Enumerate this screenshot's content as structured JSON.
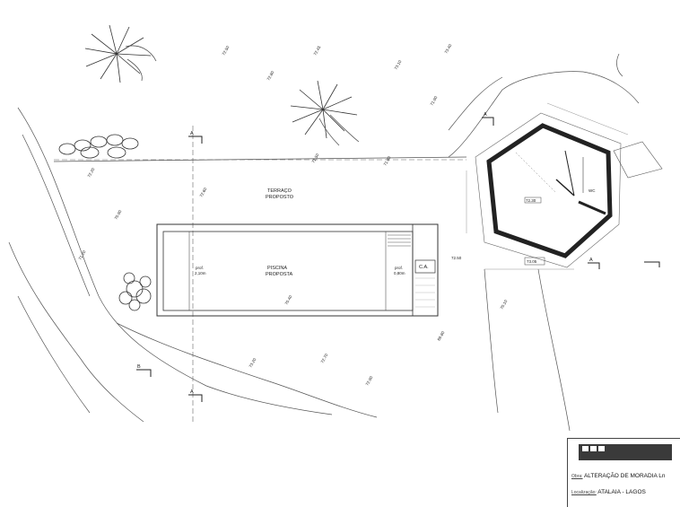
{
  "labels": {
    "terrace": [
      "TERRAÇO",
      "PROPOSTO"
    ],
    "pool": [
      "PISCINA",
      "PROPOSTA"
    ],
    "depth_left": [
      "prof.",
      "2,10m"
    ],
    "depth_right": [
      "prof.",
      "0,80m"
    ],
    "machine_room": "C.A.",
    "level_pool": "72.50",
    "level_pavilion": "72.30",
    "level_pavilion_2": "73.05",
    "pavilion_room": "WC",
    "section_a": "A",
    "section_b": "B"
  },
  "spot_levels": [
    "72.50",
    "72.45",
    "73.10",
    "73.40",
    "72.80",
    "71.90",
    "72.20",
    "72.60",
    "71.50",
    "71.80",
    "70.90",
    "71.20",
    "70.40",
    "69.80",
    "70.10",
    "72.90",
    "73.20",
    "72.70"
  ],
  "title_block": {
    "obra_key": "Obra:",
    "obra_value": "ALTERAÇÃO DE MORADIA Ln",
    "local_key": "Localização:",
    "local_value": "ATALAIA - LAGOS"
  }
}
